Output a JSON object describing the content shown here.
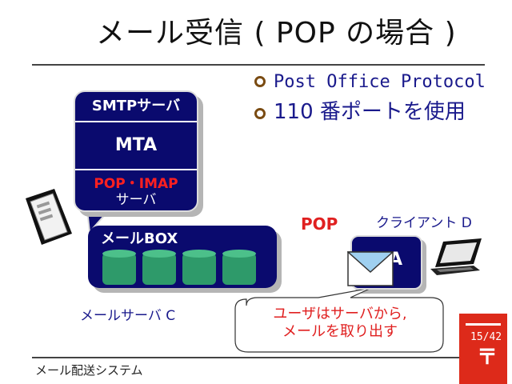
{
  "slide": {
    "title": "メール受信 ( POP の場合 )",
    "bullets": [
      "Post Office Protocol",
      "110 番ポートを使用"
    ]
  },
  "server": {
    "smtp_label": "SMTPサーバ",
    "mta_label": "MTA",
    "pop_label": "POP・IMAP",
    "pop_sub": "サーバ",
    "mailbox_label": "メールBOX",
    "caption": "メールサーバ C"
  },
  "client": {
    "caption": "クライアント D",
    "mta_partial": "A"
  },
  "protocol_label": "POP",
  "callout": {
    "line1": "ユーザはサーバから,",
    "line2": "メールを取り出す"
  },
  "footer": {
    "text": "メール配送システム",
    "page_number": "15/42",
    "post_mark": "〒"
  },
  "colors": {
    "box_fill": "#0a0a6e",
    "text_blue": "#1a1a8c",
    "accent_red": "#e02020",
    "cylinder_green": "#2e9a6a",
    "post_red": "#dd2a1a",
    "bullet_brown": "#7a4b12"
  }
}
